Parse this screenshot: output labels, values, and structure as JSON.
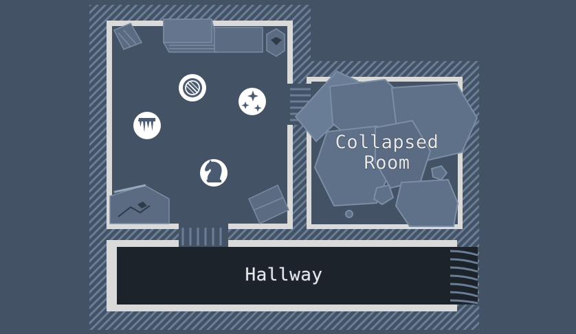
{
  "map": {
    "rooms": [
      {
        "id": "collapsed-room",
        "label_lines": [
          "Collapsed",
          "Room"
        ]
      },
      {
        "id": "hallway",
        "label": "Hallway"
      }
    ],
    "markers": [
      {
        "id": "forbidden",
        "icon": "forbidden-icon"
      },
      {
        "id": "sparkle",
        "icon": "sparkle-icon"
      },
      {
        "id": "icicle",
        "icon": "icicle-icon"
      },
      {
        "id": "knight",
        "icon": "chess-knight-icon"
      }
    ]
  },
  "colors": {
    "background": "#445265",
    "floor": "#445265",
    "hatch": "#6b7e97",
    "wall": "#d9d9d9",
    "hallway_floor": "#1d232b",
    "rubble": "#5f7189",
    "furniture": "#5b6b82",
    "marker_fill": "#ffffff",
    "marker_icon": "#4a5a70"
  }
}
